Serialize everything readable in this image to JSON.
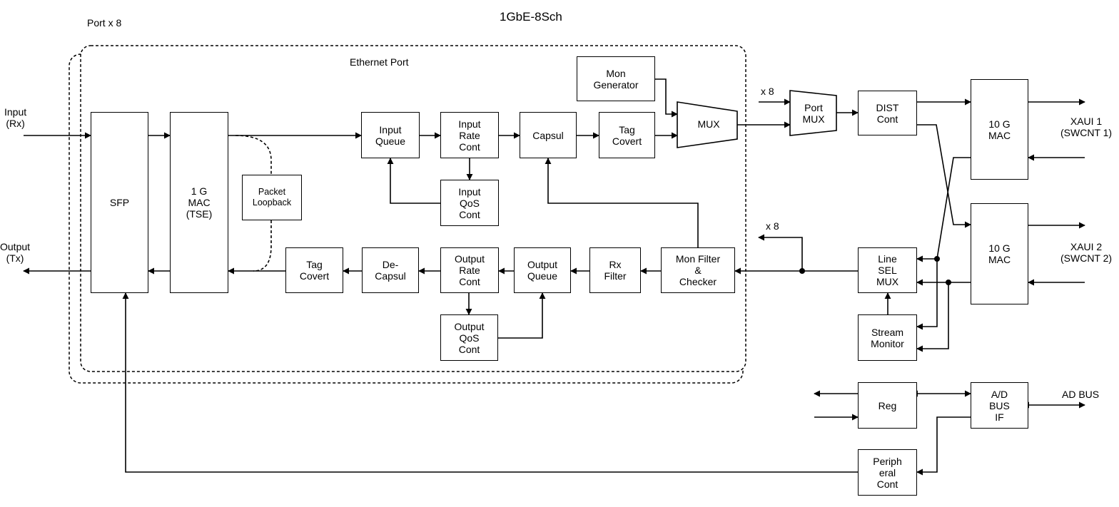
{
  "title": "1GbE-8Sch",
  "port_count_label": "Port x 8",
  "ethernet_port_label": "Ethernet Port",
  "signals": {
    "input": "Input\n(Rx)",
    "output": "Output\n(Tx)",
    "x8_top": "x 8",
    "x8_bottom": "x 8",
    "xaui1": "XAUI 1\n(SWCNT 1)",
    "xaui2": "XAUI 2\n(SWCNT 2)",
    "ad_bus": "AD BUS"
  },
  "blocks": {
    "sfp": "SFP",
    "mac_1g": "1 G\nMAC\n(TSE)",
    "packet_loopback": "Packet\nLoopback",
    "input_queue": "Input\nQueue",
    "input_rate_cont": "Input\nRate\nCont",
    "input_qos_cont": "Input\nQoS\nCont",
    "capsul": "Capsul",
    "tag_covert_top": "Tag\nCovert",
    "mon_generator": "Mon\nGenerator",
    "mux": "MUX",
    "port_mux": "Port\nMUX",
    "dist_cont": "DIST\nCont",
    "mac_10g_1": "10 G\nMAC",
    "mac_10g_2": "10 G\nMAC",
    "tag_covert_bottom": "Tag\nCovert",
    "de_capsul": "De-\nCapsul",
    "output_rate_cont": "Output\nRate\nCont",
    "output_queue": "Output\nQueue",
    "output_qos_cont": "Output\nQoS\nCont",
    "rx_filter": "Rx\nFilter",
    "mon_filter_checker": "Mon Filter\n&\nChecker",
    "line_sel_mux": "Line\nSEL\nMUX",
    "stream_monitor": "Stream\nMonitor",
    "reg": "Reg",
    "ad_bus_if": "A/D\nBUS\nIF",
    "peripheral_cont": "Periph\neral\nCont"
  }
}
